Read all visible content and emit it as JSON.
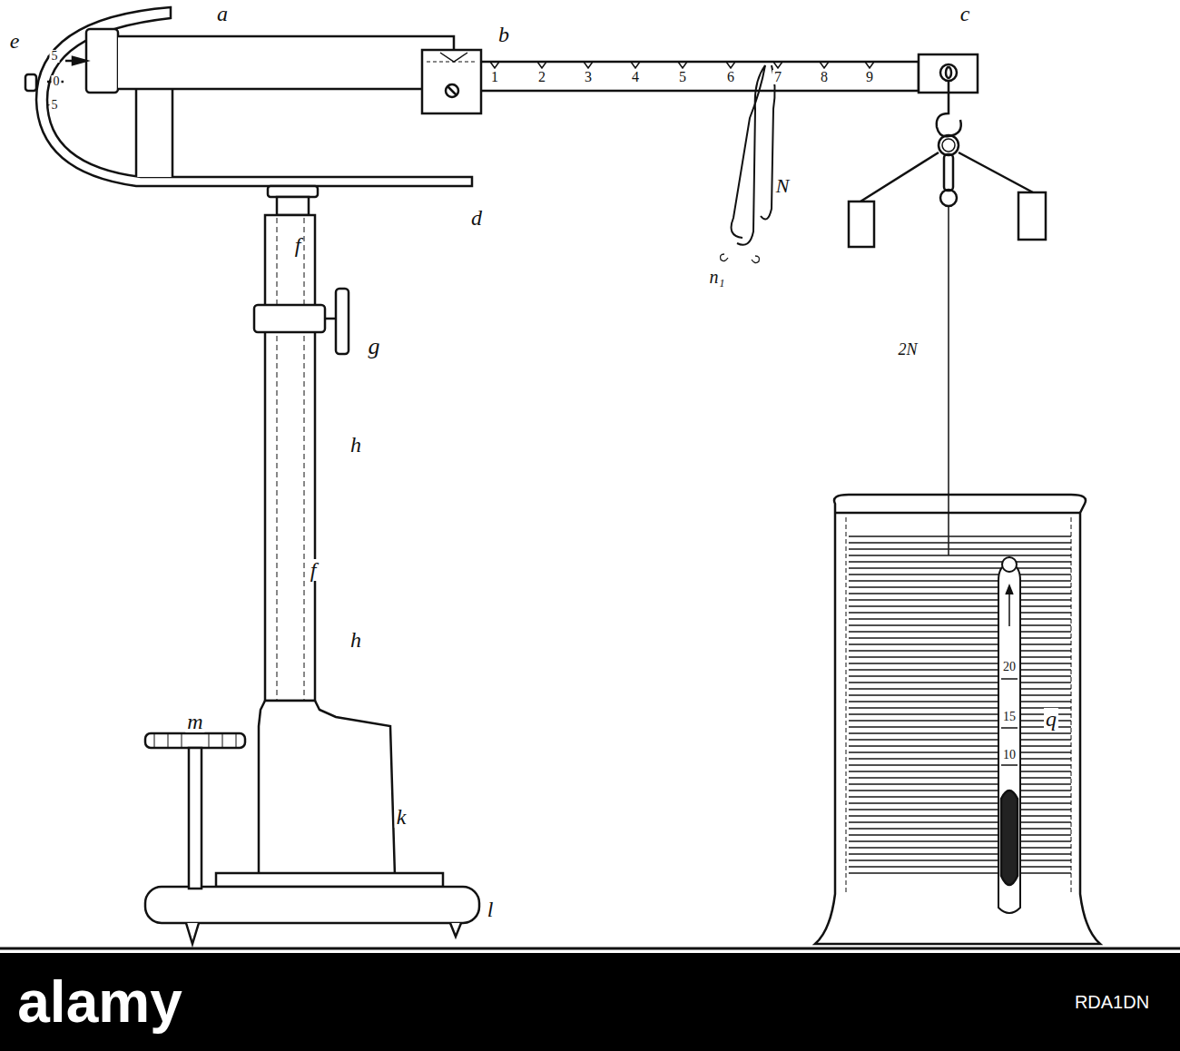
{
  "diagram": {
    "labels": [
      "e",
      "a",
      "b",
      "c",
      "5",
      "0",
      "5",
      "1",
      "2",
      "3",
      "4",
      "5",
      "6",
      "7",
      "8",
      "9",
      "d",
      "f",
      "g",
      "h",
      "f",
      "h",
      "k",
      "m",
      "l",
      "N",
      "n₁",
      "2N",
      "20",
      "15",
      "10",
      "q",
      "alamy",
      "RDA1DN"
    ]
  }
}
